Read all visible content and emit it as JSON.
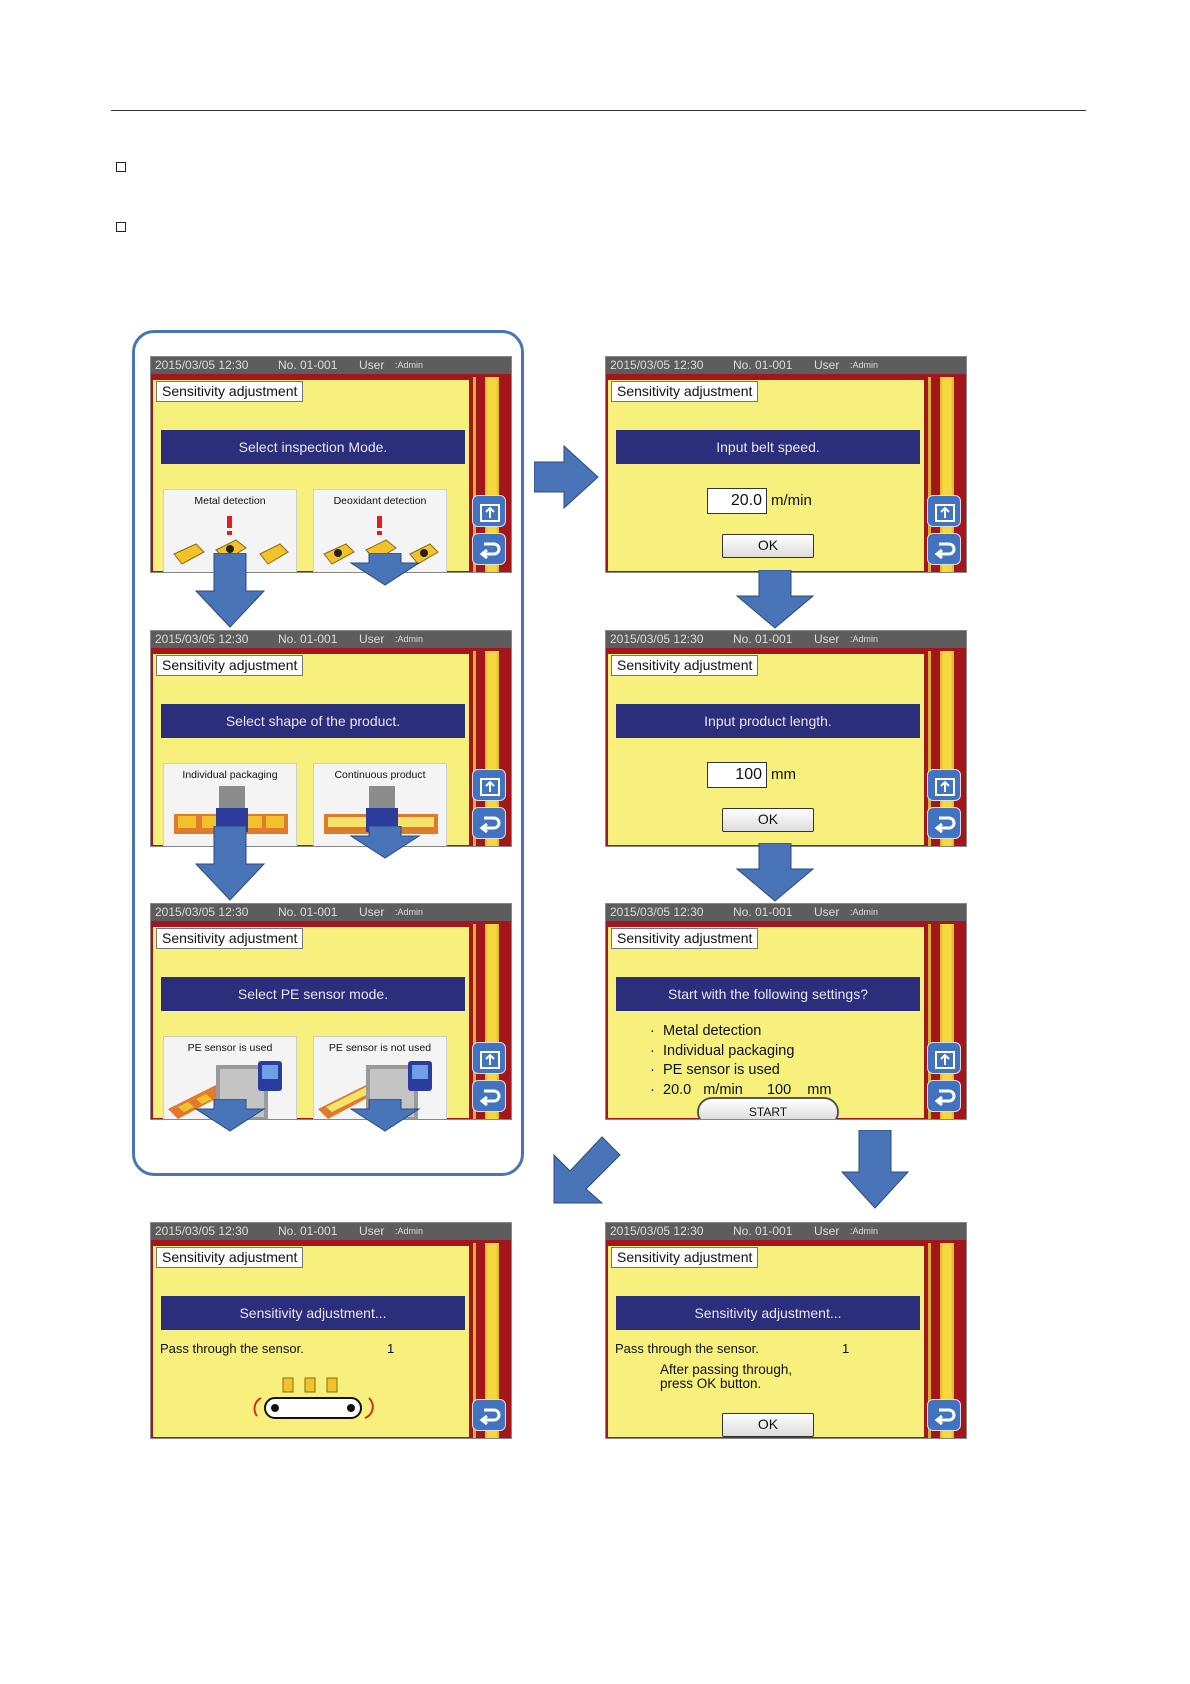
{
  "status": {
    "date": "2015/03/05  12:30",
    "number": "No. 01-001",
    "user_label": "User",
    "admin": ":Admin"
  },
  "screen_title": "Sensitivity adjustment",
  "screens": {
    "mode": {
      "banner": "Select inspection Mode.",
      "options": [
        "Metal detection",
        "Deoxidant detection"
      ]
    },
    "shape": {
      "banner": "Select shape of the product.",
      "options": [
        "Individual packaging",
        "Continuous product"
      ]
    },
    "pe": {
      "banner": "Select PE sensor mode.",
      "options": [
        "PE sensor is used",
        "PE sensor is not used"
      ]
    },
    "speed": {
      "banner": "Input belt speed.",
      "value": "20.0",
      "unit": "m/min",
      "ok": "OK"
    },
    "length": {
      "banner": "Input product length.",
      "value": "100",
      "unit": "mm",
      "ok": "OK"
    },
    "confirm": {
      "banner": "Start with the following settings?",
      "items": [
        "Metal detection",
        "Individual packaging",
        "PE sensor is used",
        "20.0   m/min      100    mm"
      ],
      "start": "START"
    },
    "adjust_a": {
      "banner": "Sensitivity adjustment...",
      "pass": "Pass through the sensor.",
      "count": "1"
    },
    "adjust_b": {
      "banner": "Sensitivity adjustment...",
      "pass": "Pass through the sensor.",
      "count": "1",
      "note_line1": "After passing through,",
      "note_line2": "press OK button.",
      "ok": "OK"
    }
  },
  "colors": {
    "frame": "#a3161c",
    "content": "#f7f07d",
    "banner": "#2b2e7a",
    "accent": "#4a74b8"
  },
  "icons": [
    "home-icon",
    "back-icon"
  ]
}
